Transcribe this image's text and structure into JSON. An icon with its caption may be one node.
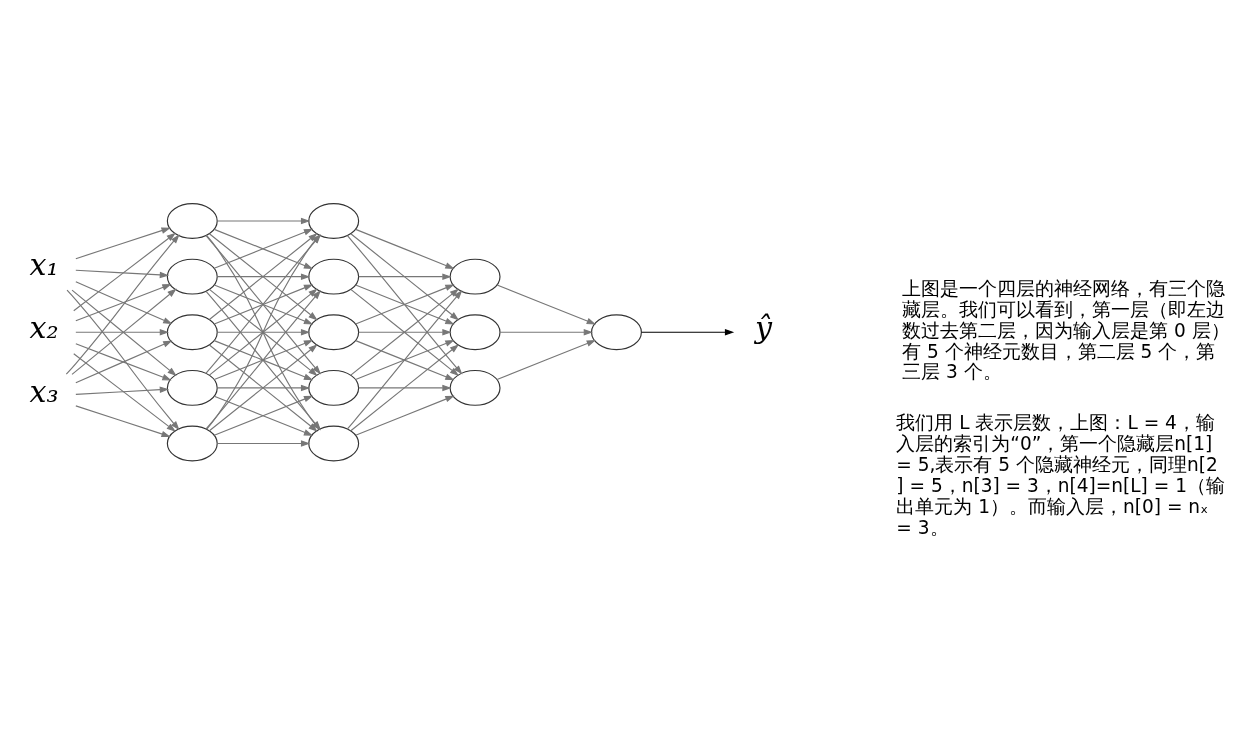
{
  "diagram": {
    "nodes": [
      {
        "text": [
          "x₁"
        ]
      },
      {
        "text": [
          "x₂"
        ]
      },
      {
        "text": [
          "x₃"
        ]
      },
      {
        "text": [],
        "shape": "circle"
      },
      {
        "text": [],
        "shape": "circle"
      },
      {
        "text": [],
        "shape": "circle"
      },
      {
        "text": [],
        "shape": "circle"
      },
      {
        "text": [],
        "shape": "circle"
      },
      {
        "text": [],
        "shape": "circle"
      },
      {
        "text": [],
        "shape": "circle"
      },
      {
        "text": [],
        "shape": "circle"
      },
      {
        "text": [],
        "shape": "circle"
      },
      {
        "text": [],
        "shape": "circle"
      },
      {
        "text": [],
        "shape": "circle"
      },
      {
        "text": [],
        "shape": "circle"
      },
      {
        "text": [],
        "shape": "circle"
      },
      {
        "text": [],
        "shape": "circle"
      },
      {
        "text": [
          "ŷ"
        ]
      }
    ],
    "edges": [
      {
        "from": 0,
        "to": 3,
        "arrow": "to"
      },
      {
        "from": 0,
        "to": 4,
        "arrow": "to"
      },
      {
        "from": 0,
        "to": 5,
        "arrow": "to"
      },
      {
        "from": 0,
        "to": 6,
        "arrow": "to"
      },
      {
        "from": 0,
        "to": 7,
        "arrow": "to"
      },
      {
        "from": 1,
        "to": 3,
        "arrow": "to"
      },
      {
        "from": 1,
        "to": 4,
        "arrow": "to"
      },
      {
        "from": 1,
        "to": 5,
        "arrow": "to"
      },
      {
        "from": 1,
        "to": 6,
        "arrow": "to"
      },
      {
        "from": 1,
        "to": 7,
        "arrow": "to"
      },
      {
        "from": 2,
        "to": 3,
        "arrow": "to"
      },
      {
        "from": 2,
        "to": 4,
        "arrow": "to"
      },
      {
        "from": 2,
        "to": 5,
        "arrow": "to"
      },
      {
        "from": 2,
        "to": 6,
        "arrow": "to"
      },
      {
        "from": 2,
        "to": 7,
        "arrow": "to"
      },
      {
        "from": 3,
        "to": 8,
        "arrow": "to"
      },
      {
        "from": 3,
        "to": 9,
        "arrow": "to"
      },
      {
        "from": 3,
        "to": 10,
        "arrow": "to"
      },
      {
        "from": 3,
        "to": 11,
        "arrow": "to"
      },
      {
        "from": 3,
        "to": 12,
        "arrow": "to"
      },
      {
        "from": 4,
        "to": 8,
        "arrow": "to"
      },
      {
        "from": 4,
        "to": 9,
        "arrow": "to"
      },
      {
        "from": 4,
        "to": 10,
        "arrow": "to"
      },
      {
        "from": 4,
        "to": 11,
        "arrow": "to"
      },
      {
        "from": 4,
        "to": 12,
        "arrow": "to"
      },
      {
        "from": 5,
        "to": 8,
        "arrow": "to"
      },
      {
        "from": 5,
        "to": 9,
        "arrow": "to"
      },
      {
        "from": 5,
        "to": 10,
        "arrow": "to"
      },
      {
        "from": 5,
        "to": 11,
        "arrow": "to"
      },
      {
        "from": 5,
        "to": 12,
        "arrow": "to"
      },
      {
        "from": 6,
        "to": 8,
        "arrow": "to"
      },
      {
        "from": 6,
        "to": 9,
        "arrow": "to"
      },
      {
        "from": 6,
        "to": 10,
        "arrow": "to"
      },
      {
        "from": 6,
        "to": 11,
        "arrow": "to"
      },
      {
        "from": 6,
        "to": 12,
        "arrow": "to"
      },
      {
        "from": 7,
        "to": 8,
        "arrow": "to"
      },
      {
        "from": 7,
        "to": 9,
        "arrow": "to"
      },
      {
        "from": 7,
        "to": 10,
        "arrow": "to"
      },
      {
        "from": 7,
        "to": 11,
        "arrow": "to"
      },
      {
        "from": 7,
        "to": 12,
        "arrow": "to"
      },
      {
        "from": 8,
        "to": 13,
        "arrow": "to"
      },
      {
        "from": 8,
        "to": 14,
        "arrow": "to"
      },
      {
        "from": 8,
        "to": 15,
        "arrow": "to"
      },
      {
        "from": 9,
        "to": 13,
        "arrow": "to"
      },
      {
        "from": 9,
        "to": 14,
        "arrow": "to"
      },
      {
        "from": 9,
        "to": 15,
        "arrow": "to"
      },
      {
        "from": 10,
        "to": 13,
        "arrow": "to"
      },
      {
        "from": 10,
        "to": 14,
        "arrow": "to"
      },
      {
        "from": 10,
        "to": 15,
        "arrow": "to"
      },
      {
        "from": 11,
        "to": 13,
        "arrow": "to"
      },
      {
        "from": 11,
        "to": 14,
        "arrow": "to"
      },
      {
        "from": 11,
        "to": 15,
        "arrow": "to"
      },
      {
        "from": 12,
        "to": 13,
        "arrow": "to"
      },
      {
        "from": 12,
        "to": 14,
        "arrow": "to"
      },
      {
        "from": 12,
        "to": 15,
        "arrow": "to"
      },
      {
        "from": 13,
        "to": 16,
        "arrow": "to"
      },
      {
        "from": 14,
        "to": 16,
        "arrow": "to"
      },
      {
        "from": 15,
        "to": 16,
        "arrow": "to"
      },
      {
        "from": 16,
        "to": 17,
        "arrow": "to",
        "color": "#000000"
      }
    ],
    "labels": [
      "上图是一个四层的神经网络，有三个隐藏层。我们可以看到，第一层（即左边数过去第二层，因为输入层是第 0 层）有 5 个神经元数目，第二层 5 个，第三层 3 个。",
      "我们用 L 表示层数，上图：L = 4，输入层的索引为“0”，第一个隐藏层n[1] = 5,表示有 5 个隐藏神经元，同理n[2] = 5，n[3] = 3，n[4]=n[L] = 1（输出单元为 1）。而输入层，n[0] = nₓ = 3。"
    ]
  }
}
